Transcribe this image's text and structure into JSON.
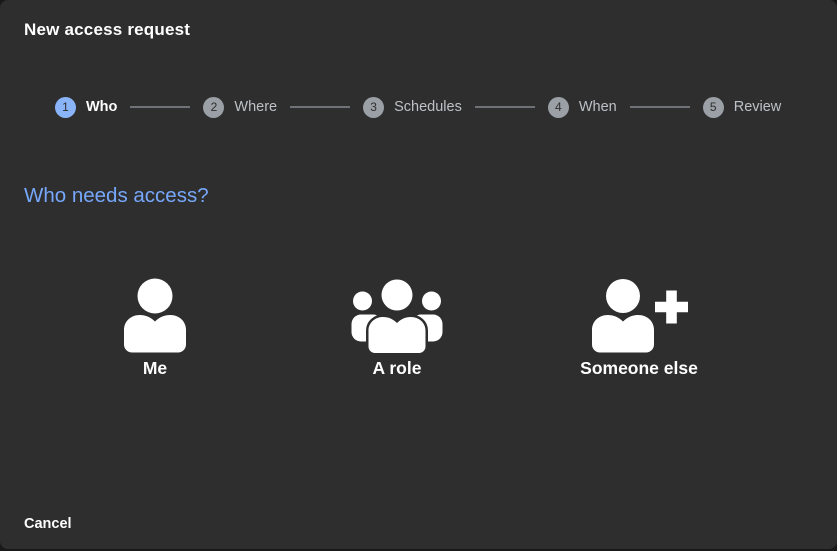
{
  "window": {
    "title": "New access request"
  },
  "stepper": {
    "steps": [
      {
        "number": "1",
        "label": "Who",
        "state": "active"
      },
      {
        "number": "2",
        "label": "Where",
        "state": "inactive"
      },
      {
        "number": "3",
        "label": "Schedules",
        "state": "inactive"
      },
      {
        "number": "4",
        "label": "When",
        "state": "inactive"
      },
      {
        "number": "5",
        "label": "Review",
        "state": "inactive"
      }
    ]
  },
  "content": {
    "heading": "Who needs access?",
    "options": [
      {
        "label": "Me",
        "icon": "person-icon"
      },
      {
        "label": "A role",
        "icon": "group-icon"
      },
      {
        "label": "Someone else",
        "icon": "person-add-icon"
      }
    ]
  },
  "footer": {
    "cancel_label": "Cancel"
  },
  "colors": {
    "card_background": "#2e2e2e",
    "page_background": "#191919",
    "active_step": "#8ab4f8",
    "inactive_step": "#9aa0a6",
    "step_number": "#2e2e2e",
    "heading_blue": "#76a7fa",
    "inactive_label": "#bdc1c6",
    "connector": "#6e7175",
    "text_white": "#ffffff",
    "icon_white": "#ffffff"
  }
}
